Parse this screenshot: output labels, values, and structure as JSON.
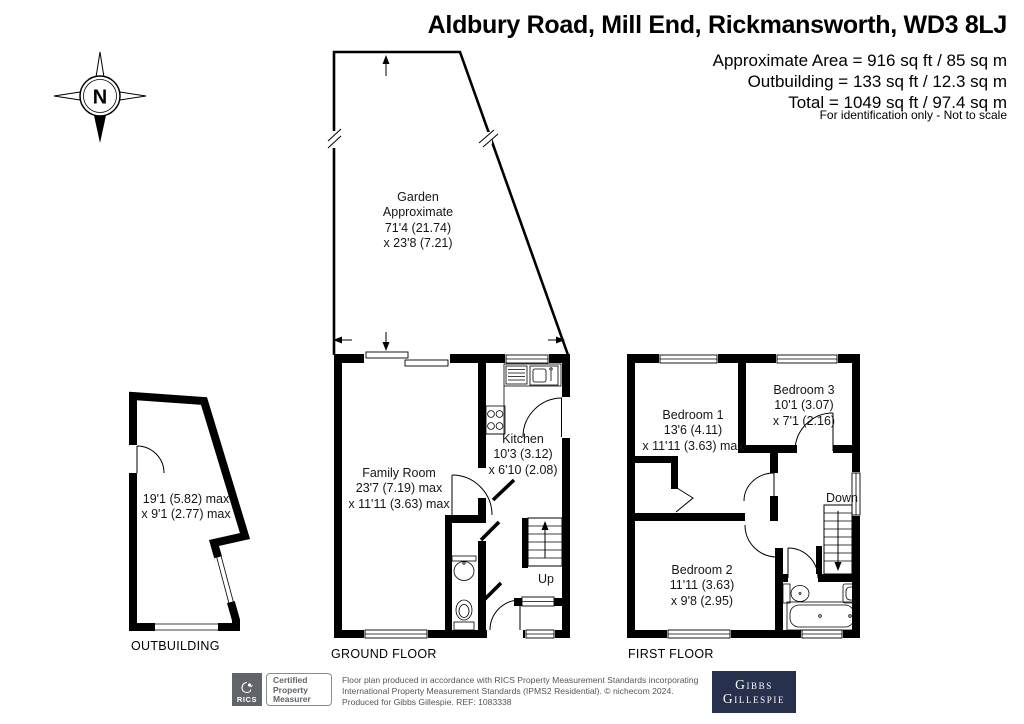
{
  "header": {
    "title": "Aldbury Road, Mill End, Rickmansworth, WD3 8LJ",
    "area_lines": [
      "Approximate Area = 916 sq ft / 85 sq m",
      "Outbuilding = 133 sq ft / 12.3 sq m",
      "Total = 1049 sq ft / 97.4 sq m"
    ],
    "note": "For identification only - Not to scale"
  },
  "compass": {
    "label": "N"
  },
  "garden": {
    "lines": [
      "Garden",
      "Approximate",
      "71'4 (21.74)",
      "x 23'8 (7.21)"
    ]
  },
  "ground_floor": {
    "label": "GROUND FLOOR",
    "family_room": [
      "Family Room",
      "23'7 (7.19) max",
      "x 11'11 (3.63) max"
    ],
    "kitchen": [
      "Kitchen",
      "10'3 (3.12)",
      "x 6'10 (2.08)"
    ],
    "stairs_label": "Up"
  },
  "first_floor": {
    "label": "FIRST FLOOR",
    "bedroom_1": [
      "Bedroom 1",
      "13'6 (4.11)",
      "x 11'11 (3.63) max"
    ],
    "bedroom_2": [
      "Bedroom 2",
      "11'11 (3.63)",
      "x 9'8 (2.95)"
    ],
    "bedroom_3": [
      "Bedroom 3",
      "10'1 (3.07)",
      "x 7'1 (2.16)"
    ],
    "stairs_label": "Down"
  },
  "outbuilding": {
    "label": "OUTBUILDING",
    "lines": [
      "19'1 (5.82) max",
      "x 9'1 (2.77) max"
    ]
  },
  "footer": {
    "rics_brand": "RICS",
    "rics_badge": [
      "Certified",
      "Property",
      "Measurer"
    ],
    "disclaimer_lines": [
      "Floor plan produced in accordance with RICS Property Measurement Standards incorporating",
      "International Property Measurement Standards (IPMS2 Residential).   © nichecom 2024.",
      "Produced for Gibbs Gillespie.   REF: 1083338"
    ],
    "agent": [
      "Gibbs",
      "Gillespie"
    ]
  },
  "colors": {
    "wall": "#000000",
    "agent_navy": "#27304d",
    "footer_gray": "#55565a",
    "rics_gray": "#616468"
  }
}
